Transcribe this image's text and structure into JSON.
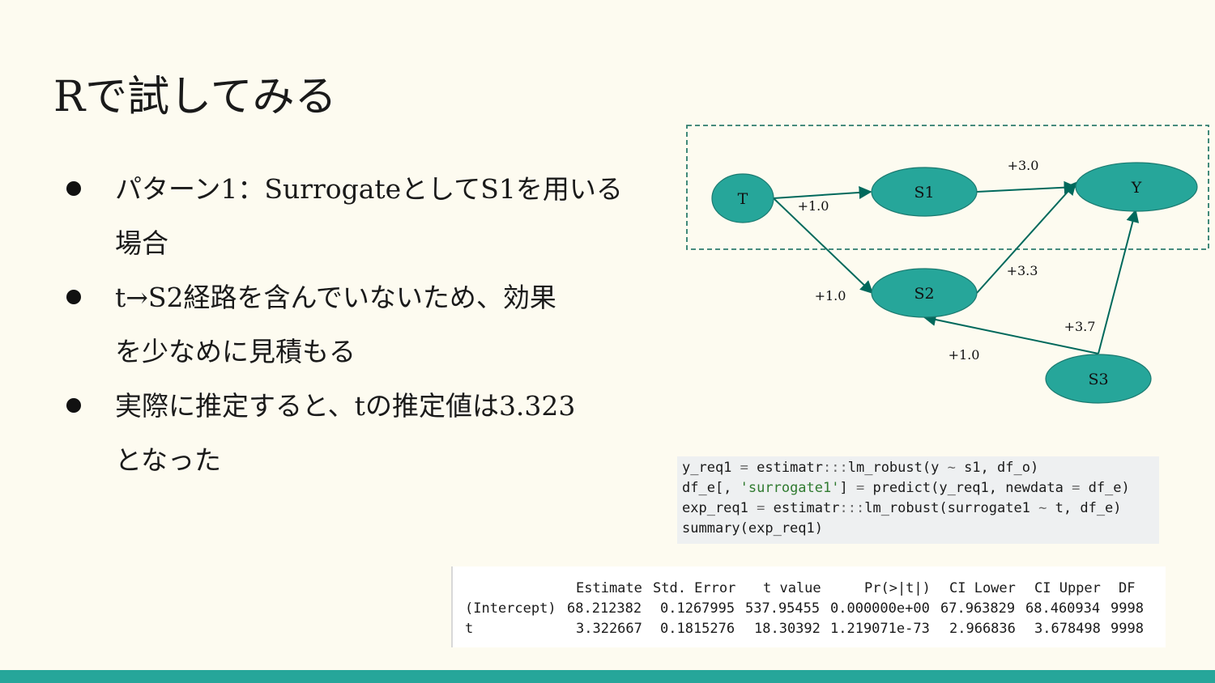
{
  "title": "Rで試してみる",
  "bullets": [
    {
      "lines": [
        "パターン1：SurrogateとしてS1を用いる",
        "場合"
      ]
    },
    {
      "lines": [
        "t→S2経路を含んでいないため、効果",
        "を少なめに見積もる"
      ]
    },
    {
      "lines": [
        "実際に推定すると、tの推定値は3.323",
        "となった"
      ]
    }
  ],
  "diagram": {
    "nodes": {
      "t": "T",
      "s1": "S1",
      "s2": "S2",
      "s3": "S3",
      "y": "Y"
    },
    "edge_labels": {
      "t_s1": "+1.0",
      "t_s2": "+1.0",
      "s1_y": "+3.0",
      "s2_y": "+3.3",
      "s3_y": "+3.7",
      "s3_s2": "+1.0"
    },
    "colors": {
      "node_fill": "#26a69a",
      "edge": "#00695c",
      "box": "#2e7d6e"
    }
  },
  "code": {
    "line1": {
      "a": "y_req1 ",
      "b": "=",
      "c": " estimatr",
      "d": ":::",
      "e": "lm_robust(y ",
      "f": "~",
      "g": " s1, df_o)"
    },
    "line2": {
      "a": "df_e[, ",
      "s": "'surrogate1'",
      "b": "] ",
      "c": "=",
      "d": " predict(y_req1, newdata ",
      "e": "=",
      "f": " df_e)"
    },
    "line3": {
      "a": "exp_req1 ",
      "b": "=",
      "c": " estimatr",
      "d": ":::",
      "e": "lm_robust(surrogate1 ",
      "f": "~",
      "g": " t, df_e)"
    },
    "line4": "summary(exp_req1)"
  },
  "output": {
    "headers": [
      "Estimate",
      "Std. Error",
      "t value",
      "Pr(>|t|)",
      "CI Lower",
      "CI Upper",
      "DF"
    ],
    "rows": [
      [
        "(Intercept)",
        "68.212382",
        "0.1267995",
        "537.95455",
        "0.000000e+00",
        "67.963829",
        "68.460934",
        "9998"
      ],
      [
        "t",
        "3.322667",
        "0.1815276",
        "18.30392",
        "1.219071e-73",
        "2.966836",
        "3.678498",
        "9998"
      ]
    ]
  },
  "colors": {
    "background": "#fdfbf0",
    "accent": "#26a69a"
  }
}
